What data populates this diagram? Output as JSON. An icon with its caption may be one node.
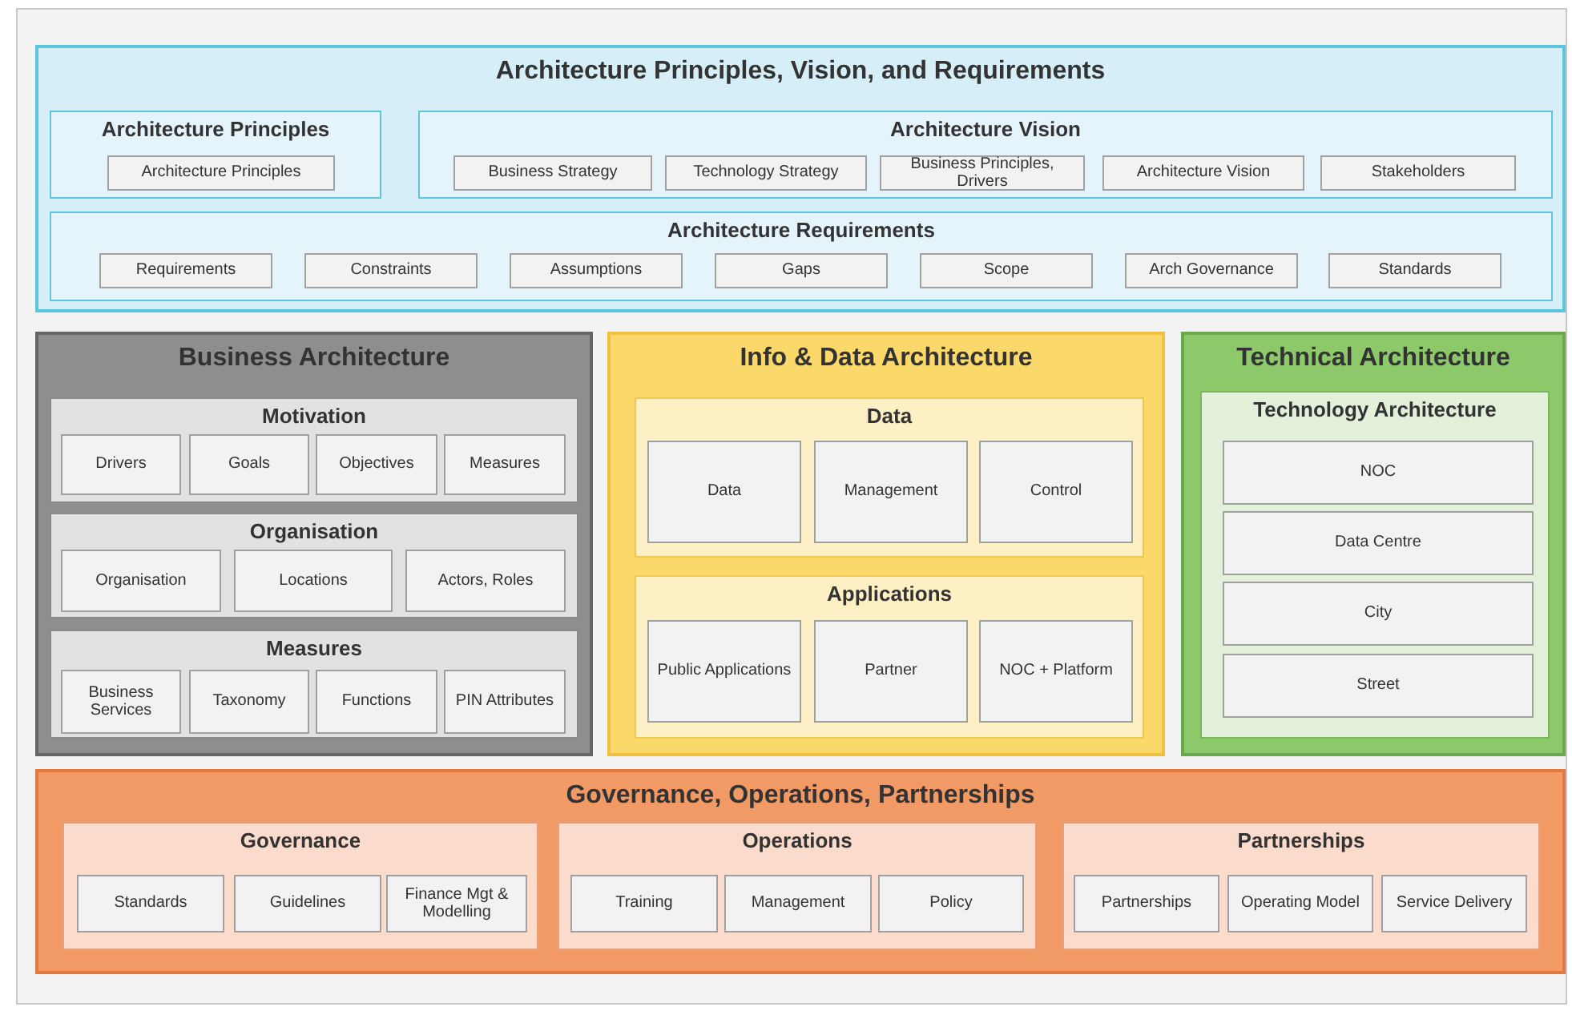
{
  "diagram": {
    "nodes": [
      {
        "text": [
          "Architecture Principles, Vision, and Requirements"
        ]
      },
      {
        "text": [
          "Architecture Principles"
        ],
        "in": 0
      },
      {
        "text": [
          "Architecture Principles"
        ],
        "in": 1
      },
      {
        "text": [
          "Architecture Vision"
        ],
        "in": 0
      },
      {
        "text": [
          "Business Strategy"
        ],
        "in": 3
      },
      {
        "text": [
          "Technology Strategy"
        ],
        "in": 3
      },
      {
        "text": [
          "Business Principles, Drivers"
        ],
        "in": 3
      },
      {
        "text": [
          "Architecture Vision"
        ],
        "in": 3
      },
      {
        "text": [
          "Stakeholders"
        ],
        "in": 3
      },
      {
        "text": [
          "Architecture Requirements"
        ],
        "in": 0
      },
      {
        "text": [
          "Requirements"
        ],
        "in": 9
      },
      {
        "text": [
          "Constraints"
        ],
        "in": 9
      },
      {
        "text": [
          "Assumptions"
        ],
        "in": 9
      },
      {
        "text": [
          "Gaps"
        ],
        "in": 9
      },
      {
        "text": [
          "Scope"
        ],
        "in": 9
      },
      {
        "text": [
          "Arch Governance"
        ],
        "in": 9
      },
      {
        "text": [
          "Standards"
        ],
        "in": 9
      },
      {
        "text": [
          "Business Architecture"
        ]
      },
      {
        "text": [
          "Motivation"
        ],
        "in": 17
      },
      {
        "text": [
          "Drivers"
        ],
        "in": 18
      },
      {
        "text": [
          "Goals"
        ],
        "in": 18
      },
      {
        "text": [
          "Objectives"
        ],
        "in": 18
      },
      {
        "text": [
          "Measures"
        ],
        "in": 18
      },
      {
        "text": [
          "Organisation"
        ],
        "in": 17
      },
      {
        "text": [
          "Organisation"
        ],
        "in": 23
      },
      {
        "text": [
          "Locations"
        ],
        "in": 23
      },
      {
        "text": [
          "Actors, Roles"
        ],
        "in": 23
      },
      {
        "text": [
          "Measures"
        ],
        "in": 17
      },
      {
        "text": [
          "Business Services"
        ],
        "in": 27
      },
      {
        "text": [
          "Taxonomy"
        ],
        "in": 27
      },
      {
        "text": [
          "Functions"
        ],
        "in": 27
      },
      {
        "text": [
          "PIN Attributes"
        ],
        "in": 27
      },
      {
        "text": [
          "Info & Data  Architecture"
        ]
      },
      {
        "text": [
          "Data"
        ],
        "in": 32
      },
      {
        "text": [
          "Data"
        ],
        "in": 33
      },
      {
        "text": [
          "Management"
        ],
        "in": 33
      },
      {
        "text": [
          "Control"
        ],
        "in": 33
      },
      {
        "text": [
          "Applications"
        ],
        "in": 32
      },
      {
        "text": [
          "Public Applications"
        ],
        "in": 37
      },
      {
        "text": [
          "Partner"
        ],
        "in": 37
      },
      {
        "text": [
          "NOC + Platform"
        ],
        "in": 37
      },
      {
        "text": [
          "Technical Architecture"
        ]
      },
      {
        "text": [
          "Technology Architecture"
        ],
        "in": 41
      },
      {
        "text": [
          "NOC"
        ],
        "in": 42
      },
      {
        "text": [
          "Data Centre"
        ],
        "in": 42
      },
      {
        "text": [
          "City"
        ],
        "in": 42
      },
      {
        "text": [
          "Street"
        ],
        "in": 42
      },
      {
        "text": [
          "Governance, Operations, Partnerships"
        ]
      },
      {
        "text": [
          "Governance"
        ],
        "in": 47
      },
      {
        "text": [
          "Standards"
        ],
        "in": 48
      },
      {
        "text": [
          "Guidelines"
        ],
        "in": 48
      },
      {
        "text": [
          "Finance Mgt & Modelling"
        ],
        "in": 48
      },
      {
        "text": [
          "Operations"
        ],
        "in": 47
      },
      {
        "text": [
          "Training"
        ],
        "in": 52
      },
      {
        "text": [
          "Management"
        ],
        "in": 52
      },
      {
        "text": [
          "Policy"
        ],
        "in": 52
      },
      {
        "text": [
          "Partnerships"
        ],
        "in": 47
      },
      {
        "text": [
          "Partnerships"
        ],
        "in": 56
      },
      {
        "text": [
          "Operating Model"
        ],
        "in": 56
      },
      {
        "text": [
          "Service Delivery"
        ],
        "in": 56
      }
    ]
  }
}
